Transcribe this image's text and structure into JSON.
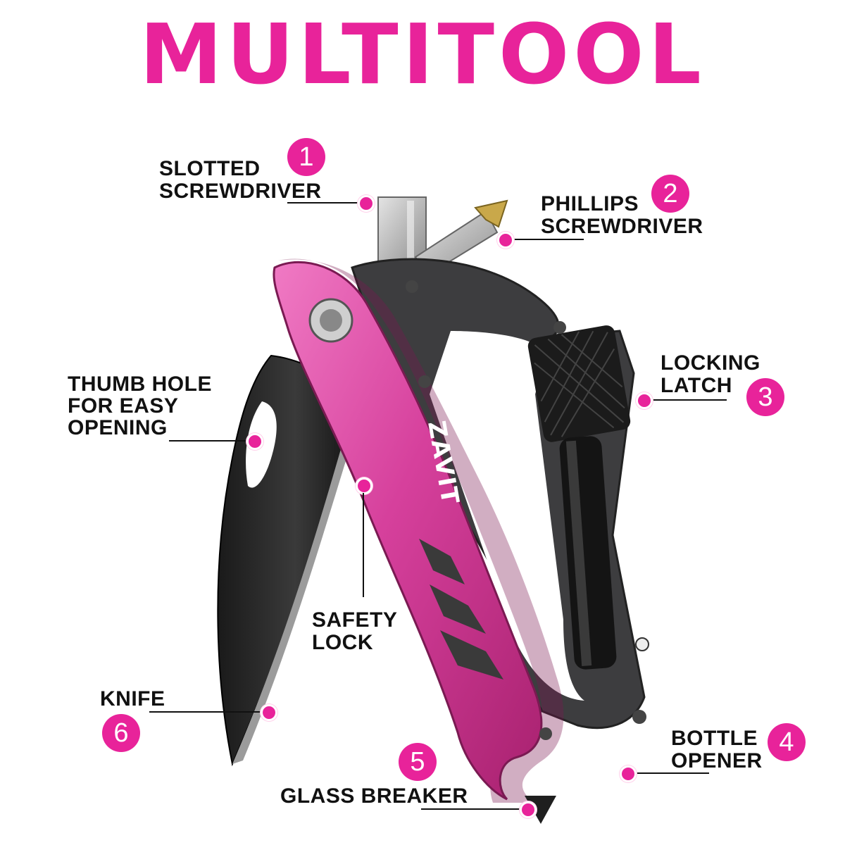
{
  "title": "MULTITOOL",
  "brand": "ZAVIT",
  "accent_color": "#e8239a",
  "features": [
    {
      "number": "1",
      "lines": [
        "SLOTTED",
        "SCREWDRIVER"
      ]
    },
    {
      "number": "2",
      "lines": [
        "PHILLIPS",
        "SCREWDRIVER"
      ]
    },
    {
      "number": "3",
      "lines": [
        "LOCKING",
        "LATCH"
      ]
    },
    {
      "number": "4",
      "lines": [
        "BOTTLE",
        "OPENER"
      ]
    },
    {
      "number": "5",
      "lines": [
        "GLASS BREAKER"
      ]
    },
    {
      "number": "6",
      "lines": [
        "KNIFE"
      ]
    }
  ],
  "extra_labels": {
    "thumb_hole": [
      "THUMB HOLE",
      "FOR EASY",
      "OPENING"
    ],
    "safety_lock": [
      "SAFETY",
      "LOCK"
    ]
  }
}
